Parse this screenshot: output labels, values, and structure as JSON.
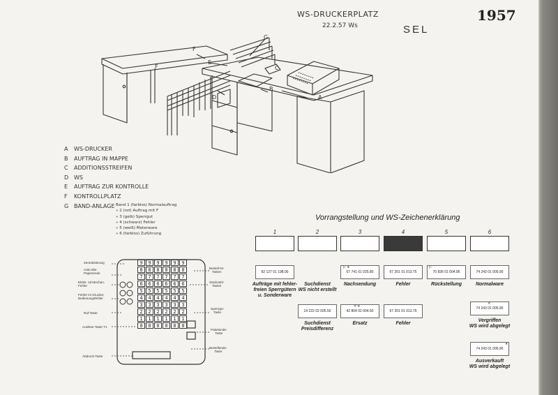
{
  "page": {
    "year": "1957",
    "title": "WS-DRUCKERPLATZ",
    "date": "22.2.57 Ws",
    "company": "SEL"
  },
  "drawing_letters": [
    "G",
    "F",
    "F",
    "E",
    "D",
    "C",
    "B",
    "A"
  ],
  "legend": [
    {
      "key": "A",
      "text": "WS-DRUCKER"
    },
    {
      "key": "B",
      "text": "AUFTRAG IN MAPPE"
    },
    {
      "key": "C",
      "text": "ADDITIONSSTREIFEN"
    },
    {
      "key": "D",
      "text": "WS"
    },
    {
      "key": "E",
      "text": "AUFTRAG ZUR KONTROLLE"
    },
    {
      "key": "F",
      "text": "KONTROLLPLATZ"
    },
    {
      "key": "G",
      "text": "BAND-ANLAGE"
    }
  ],
  "band_notes": [
    "Band 1 (farblos) Normalauftrag",
    "» 2 (rot)    Auftrag mit F",
    "» 3 (gelb)   Sperrgut",
    "» 4 (schwarz) Fehler",
    "» 5 (weiß)   Meterware",
    "» 6 (farblos) Zuführung"
  ],
  "priority": {
    "heading": "Vorrangstellung und WS-Zeichenerklärung",
    "columns": [
      {
        "num": "1",
        "filled": false
      },
      {
        "num": "2",
        "filled": false
      },
      {
        "num": "3",
        "filled": false
      },
      {
        "num": "4",
        "filled": true
      },
      {
        "num": "5",
        "filled": false
      },
      {
        "num": "6",
        "filled": false
      }
    ],
    "fill_color": "#3a3a3a"
  },
  "cards": [
    {
      "id": "c1",
      "value": "92 127  01   198.00",
      "mark": "",
      "label": "Aufträge mit fehler-\nfreien Sperrgütern\nu. Sonderware"
    },
    {
      "id": "c2",
      "value": "",
      "mark": "",
      "label": "Suchdienst\nWS nicht erstellt"
    },
    {
      "id": "c3",
      "value": "67 741  01   025.80",
      "mark": "▷  ∗",
      "label": "Nachsendung"
    },
    {
      "id": "c4",
      "value": "67 201  01   013.75",
      "mark": "",
      "label": "Fehler"
    },
    {
      "id": "c5",
      "value": "70 836  01   004.95",
      "mark": "▷",
      "label": "Rückstellung"
    },
    {
      "id": "c6",
      "value": "74 243  01   005.90",
      "mark": "",
      "label": "Normalware"
    },
    {
      "id": "c7",
      "value": "14 222  02   005.50",
      "mark": "",
      "label": "Suchdienst\nPreisdifferenz"
    },
    {
      "id": "c8",
      "value": "42 804  02   004.50",
      "mark": "#   ∗",
      "label": "Ersatz"
    },
    {
      "id": "c9",
      "value": "67 201  01   013.75",
      "mark": "",
      "label": "Fehler"
    },
    {
      "id": "c10",
      "value": "74 243  01   005.90",
      "mark": "#",
      "label": "Vergriffen\nWS wird abgelegt"
    },
    {
      "id": "c11",
      "value": "74 243  01   005.90",
      "mark": "∗",
      "label": "Ausverkauft\nWS wird abgelegt"
    }
  ],
  "keyboard": {
    "left_labels": [
      "Zentralstörung",
      "Add.rolle-\nPapierende",
      "Elektr. od Mechan.\nFehler",
      "Fehler im Drucker,\nBedienungsfehler",
      "Ruf-Taste",
      "Auslöse-Taste T1"
    ],
    "right_labels": [
      "Bestell-Nr-\nTasten",
      "Stückzahl-\nTasten",
      "Sperrgut-\nTaste",
      "Paketende-\nTaste",
      "Bestellende-\nTaste"
    ],
    "bottom_label": "Abdruck-Taste",
    "rows": [
      [
        "9",
        "9",
        "9",
        "9",
        "9",
        "9"
      ],
      [
        "8",
        "8",
        "8",
        "8",
        "8",
        "8"
      ],
      [
        "7",
        "7",
        "7",
        "7",
        "7",
        "7"
      ],
      [
        "6",
        "6",
        "6",
        "6",
        "6",
        "6"
      ],
      [
        "5",
        "5",
        "5",
        "5",
        "5",
        "5"
      ],
      [
        "4",
        "4",
        "4",
        "4",
        "4",
        "4"
      ],
      [
        "3",
        "3",
        "3",
        "3",
        "3",
        "3"
      ],
      [
        "2",
        "2",
        "2",
        "2",
        "2",
        "2"
      ],
      [
        "1",
        "1",
        "1",
        "1",
        "1",
        "1"
      ],
      [
        "0",
        "0",
        "0",
        "0",
        "0",
        "0"
      ]
    ]
  }
}
